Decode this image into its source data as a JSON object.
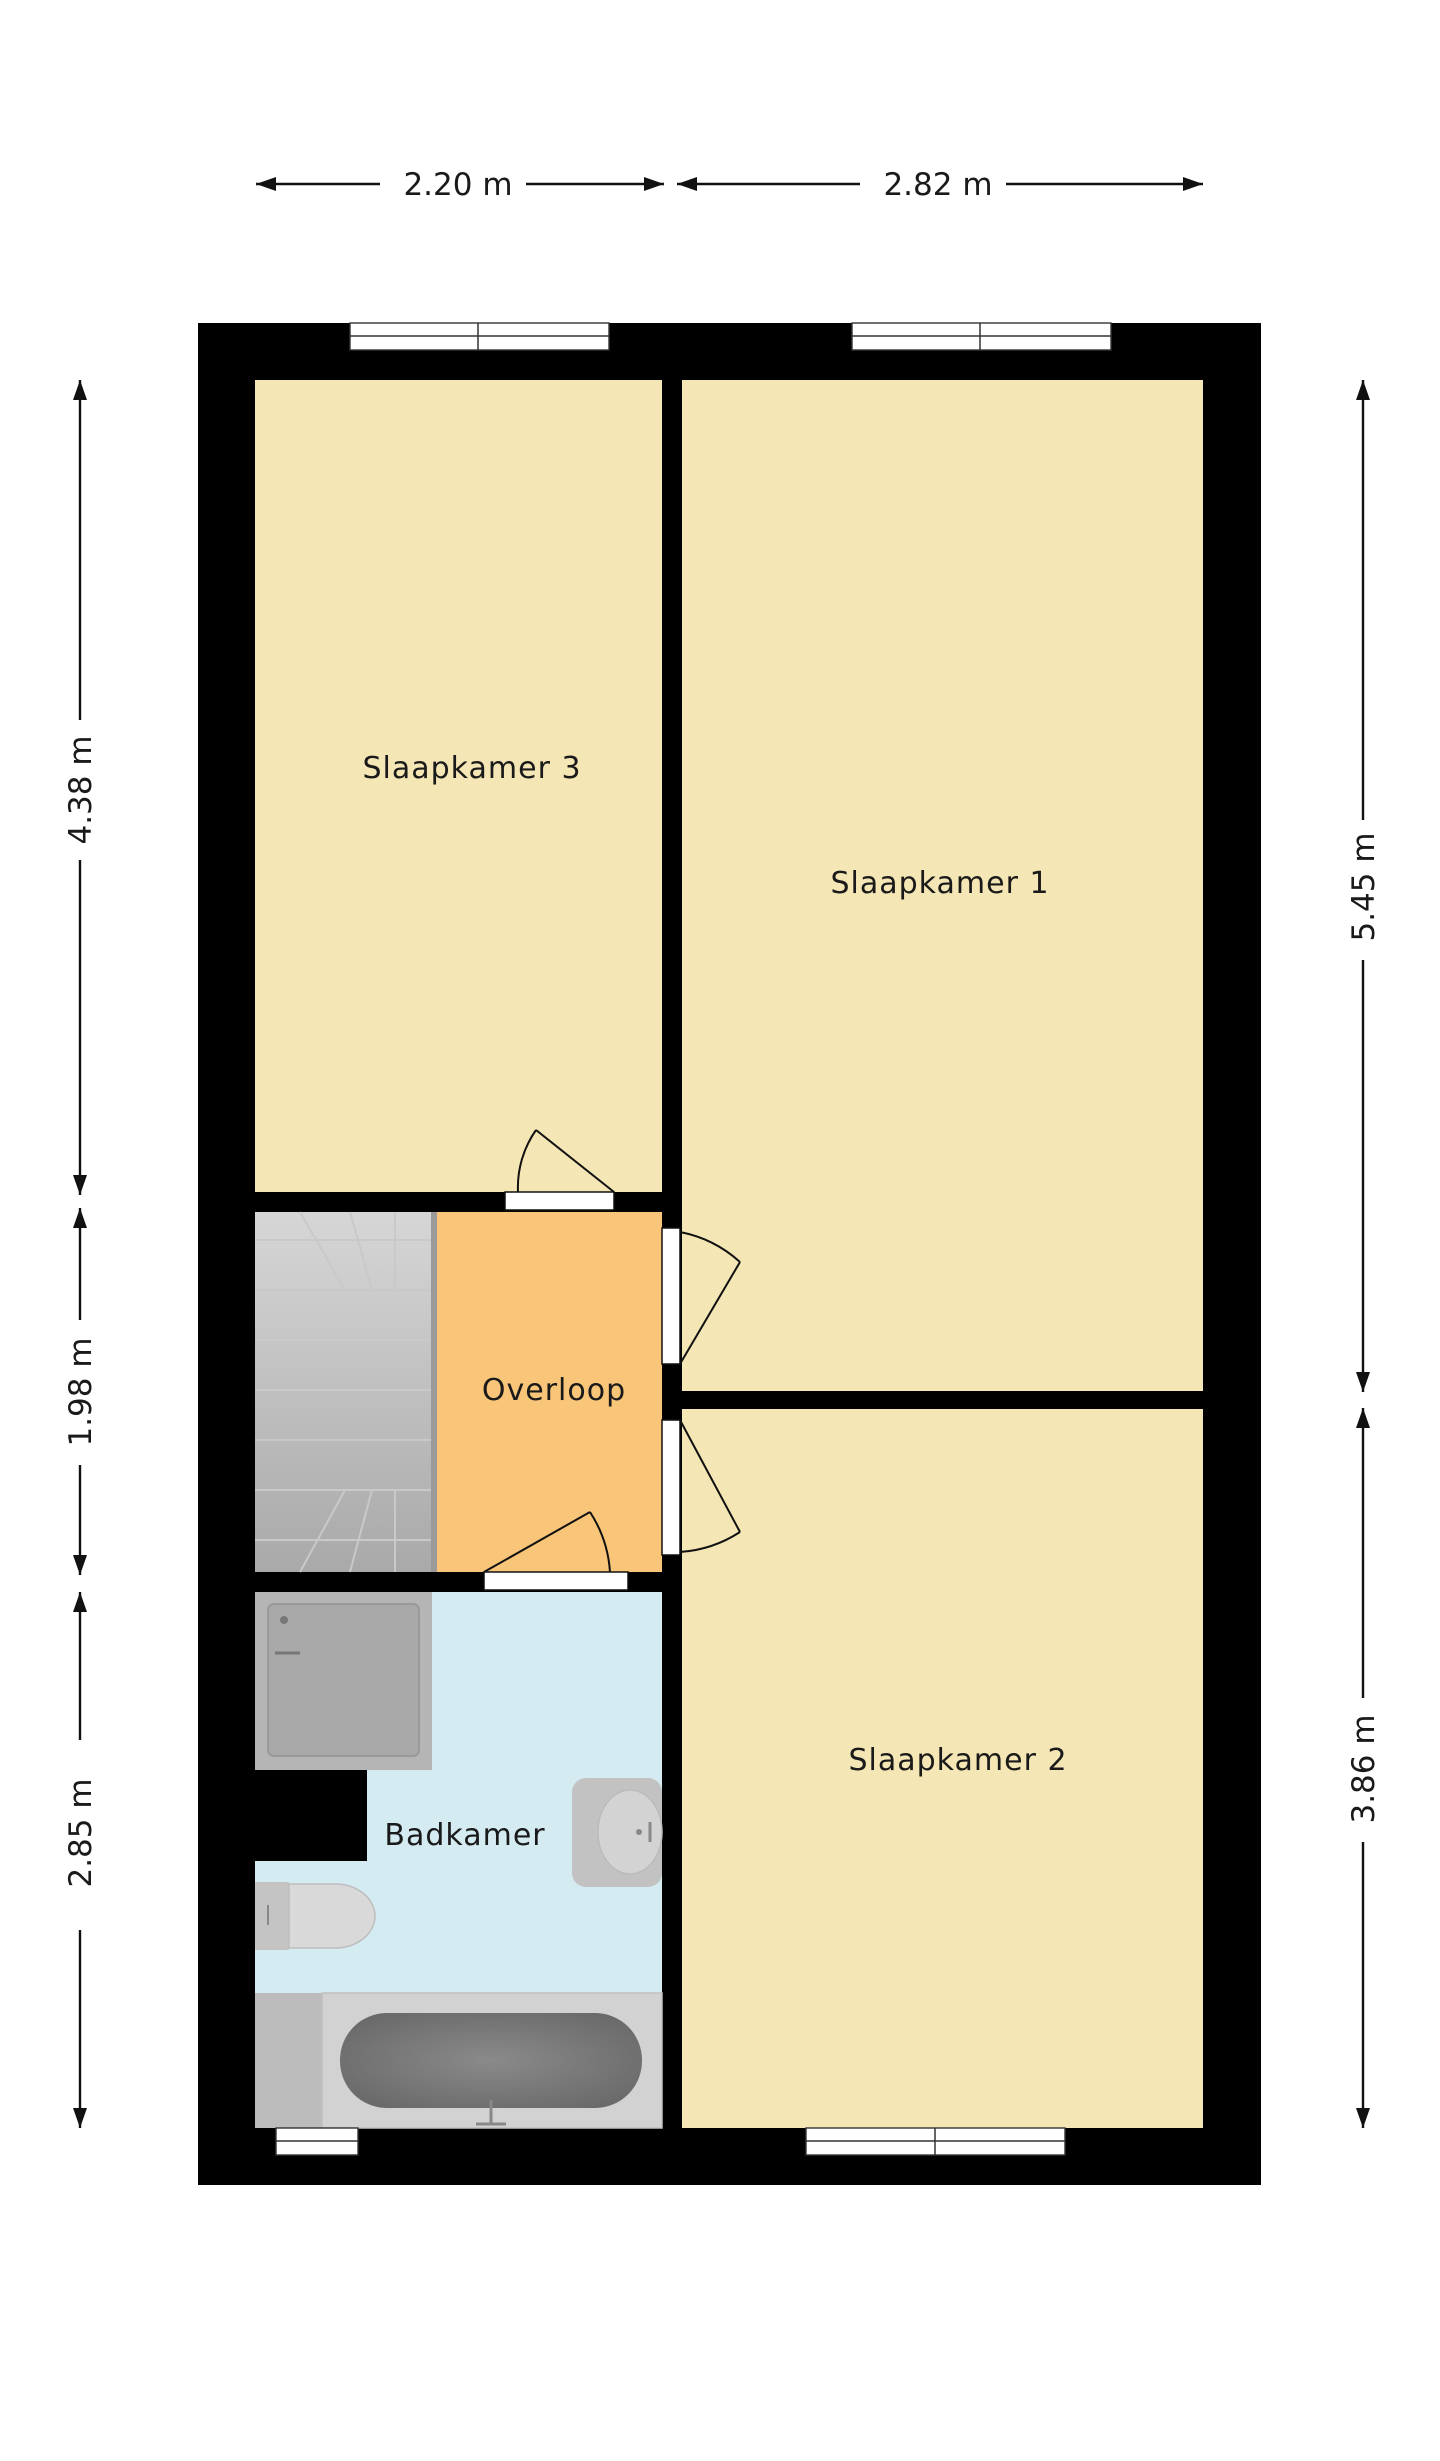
{
  "rooms": {
    "slaapkamer_3": "Slaapkamer 3",
    "slaapkamer_1": "Slaapkamer 1",
    "overloop": "Overloop",
    "badkamer": "Badkamer",
    "slaapkamer_2": "Slaapkamer 2"
  },
  "dimensions": {
    "top_left": "2.20 m",
    "top_right": "2.82 m",
    "left_top": "4.38 m",
    "left_middle": "1.98 m",
    "left_bottom": "2.85 m",
    "right_top": "5.45 m",
    "right_bottom": "3.86 m"
  },
  "colors": {
    "wall": "#000000",
    "bedroom_floor": "#f5e6b5",
    "landing_floor": "#f8c579",
    "bathroom_floor": "#d5ebf2",
    "stairs": "#bdbdbd",
    "fixtures": "#b5b5b5"
  }
}
